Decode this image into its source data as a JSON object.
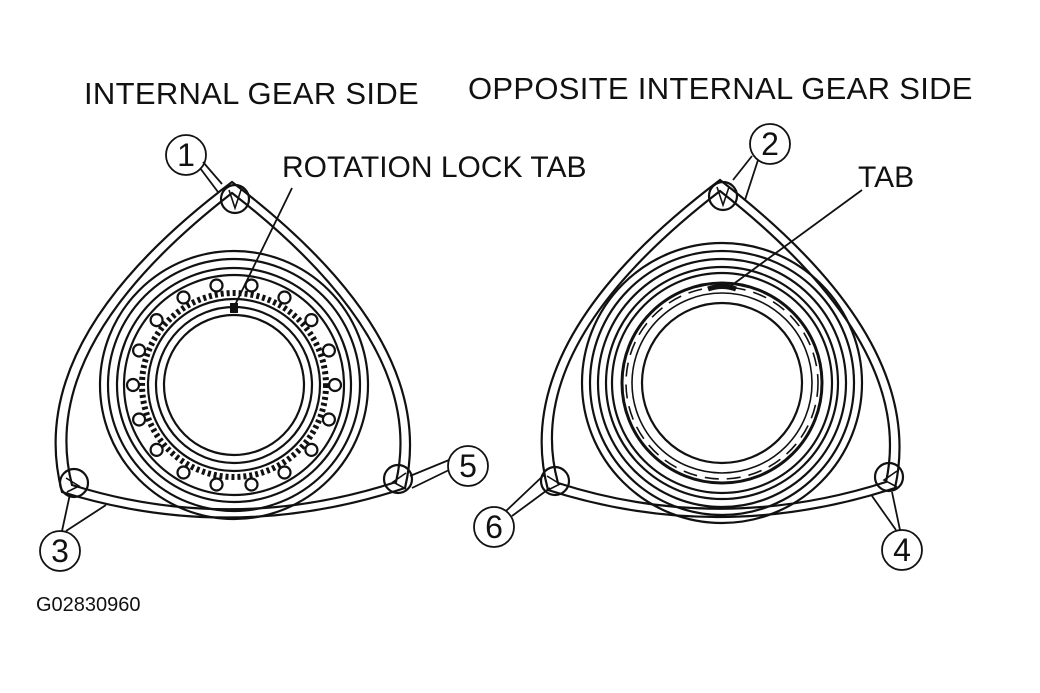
{
  "headings": {
    "left": "INTERNAL GEAR SIDE",
    "right": "OPPOSITE INTERNAL GEAR SIDE"
  },
  "callouts": {
    "rotation_lock_tab": "ROTATION LOCK TAB",
    "tab": "TAB"
  },
  "markers": [
    "1",
    "2",
    "3",
    "4",
    "5",
    "6"
  ],
  "figure_code": "G02830960",
  "colors": {
    "ink": "#111111",
    "background": "#ffffff"
  }
}
